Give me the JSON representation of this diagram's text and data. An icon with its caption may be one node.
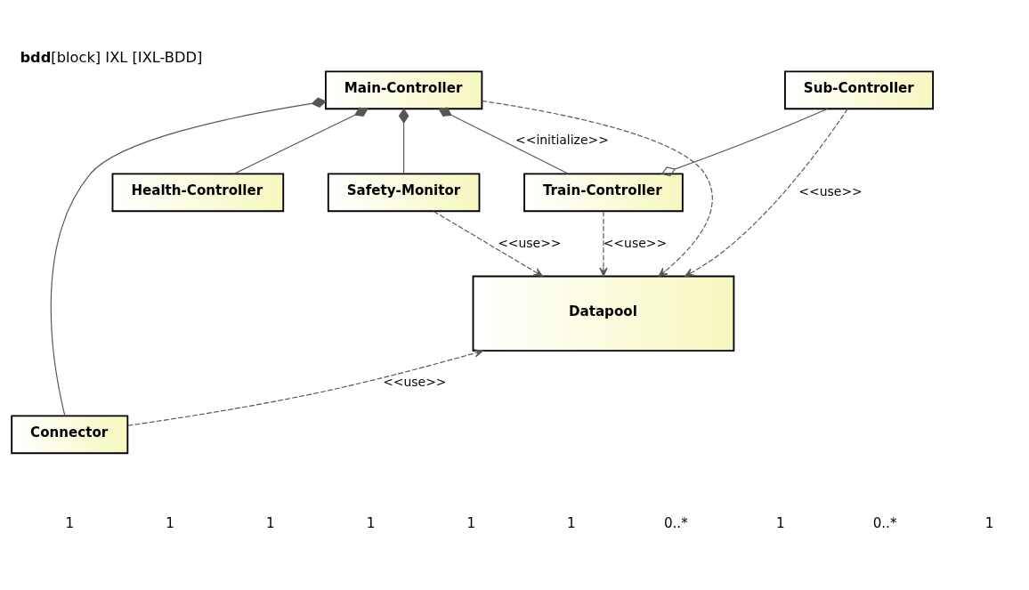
{
  "diagram": {
    "title": "**bdd**[block] IXL [IXL-BDD]",
    "nodes": [
      {
        "text": [
          "Main-Controller"
        ]
      },
      {
        "text": [
          "Health-Controller"
        ]
      },
      {
        "text": [
          "Sub-Controller"
        ]
      },
      {
        "text": [
          "Safety-Monitor"
        ]
      },
      {
        "text": [
          "Train-Controller"
        ]
      },
      {
        "text": [
          "Datapool"
        ]
      },
      {
        "text": [
          "Connector"
        ]
      }
    ],
    "edges": [
      {
        "from": 0,
        "to": 1,
        "arrow": "other"
      },
      {
        "from": 0,
        "to": 3,
        "arrow": "other"
      },
      {
        "from": 0,
        "to": 6,
        "arrow": "other"
      },
      {
        "from": 0,
        "to": 4,
        "arrow": "other",
        "label": "<<initialize>>"
      },
      {
        "from": 4,
        "to": 2,
        "arrow": "other"
      },
      {
        "from": 0,
        "to": 5,
        "arrow": "to",
        "style": "dashed"
      },
      {
        "from": 2,
        "to": 5,
        "arrow": "to",
        "style": "dashed",
        "label": "<<use>>"
      },
      {
        "from": 4,
        "to": 5,
        "arrow": "to",
        "style": "dashed",
        "label": "<<use>>"
      },
      {
        "from": 3,
        "to": 5,
        "arrow": "to",
        "style": "dashed",
        "label": "<<use>>"
      },
      {
        "from": 6,
        "to": 5,
        "arrow": "to",
        "style": "dashed",
        "label": "<<use>>"
      }
    ],
    "labels": [
      "1",
      "1",
      "1",
      "1",
      "1",
      "1",
      "0..*",
      "1",
      "0..*",
      "1"
    ]
  }
}
